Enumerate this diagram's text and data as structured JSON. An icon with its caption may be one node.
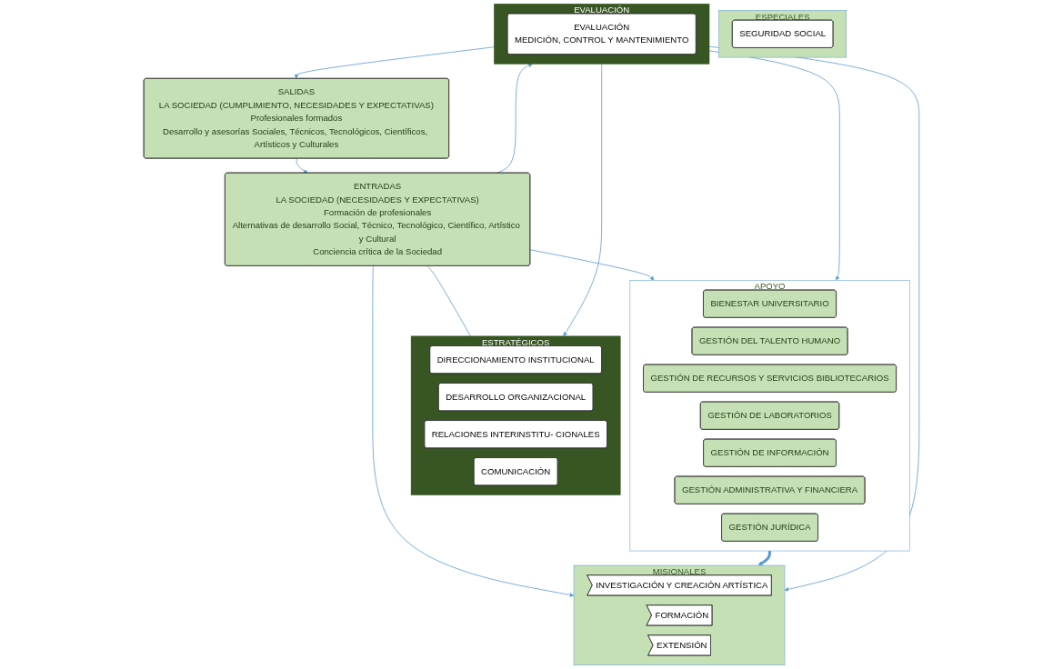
{
  "diagram": {
    "nodes": [
      {
        "text": [
          "ENTRADAS",
          "LA SOCIEDAD (NECESIDADES Y EXPECTATIVAS)",
          "Formación de profesionales",
          "Alternativas de desarrollo Social, Técnico, Tecnológico, Científico, Artístico y Cultural",
          "Conciencia crítica de la Sociedad"
        ]
      },
      {
        "text": [
          "ESTRATÉGICOS"
        ]
      },
      {
        "text": [
          "DIRECCIONAMIENTO INSTITUCIONAL"
        ],
        "in": 1
      },
      {
        "text": [
          "DESARROLLO ORGANIZACIONAL"
        ],
        "in": 1
      },
      {
        "text": [
          "RELACIONES INTERINSTITU- CIONALES"
        ],
        "in": 1
      },
      {
        "text": [
          "COMUNICACIÓN"
        ],
        "in": 1
      },
      {
        "text": [
          "MISIONALES"
        ]
      },
      {
        "text": [
          "INVESTIGACIÓN Y CREACIÓN ARTÍSTICA"
        ],
        "in": 6
      },
      {
        "text": [
          "FORMACIÓN"
        ],
        "in": 6
      },
      {
        "text": [
          "EXTENSIÓN"
        ],
        "in": 6
      },
      {
        "text": [
          "APOYO"
        ]
      },
      {
        "text": [
          "BIENESTAR UNIVERSITARIO"
        ],
        "in": 10
      },
      {
        "text": [
          "GESTIÓN DEL TALENTO HUMANO"
        ],
        "in": 10
      },
      {
        "text": [
          "GESTIÓN DE RECURSOS Y SERVICIOS BIBLIOTECARIOS"
        ],
        "in": 10
      },
      {
        "text": [
          "GESTIÓN DE LABORATORIOS"
        ],
        "in": 10
      },
      {
        "text": [
          "GESTIÓN DE INFORMACIÓN"
        ],
        "in": 10
      },
      {
        "text": [
          "GESTIÓN ADMINISTRATIVA Y FINANCIERA"
        ],
        "in": 10
      },
      {
        "text": [
          "GESTIÓN JURÍDICA"
        ],
        "in": 10
      },
      {
        "text": [
          "ESPECIALES"
        ]
      },
      {
        "text": [
          "SEGURIDAD SOCIAL"
        ],
        "in": 18
      },
      {
        "text": [
          "EVALUACIÓN"
        ]
      },
      {
        "text": [
          "EVALUACIÓN",
          "MEDICIÓN, CONTROL Y MANTENIMIENTO"
        ],
        "in": 20
      },
      {
        "text": [
          "SALIDAS",
          "LA SOCIEDAD (CUMPLIMIENTO, NECESIDADES Y EXPECTATIVAS)",
          "Profesionales formados",
          "Desarrollo y asesorías Sociales, Técnicos, Tecnológicos, Científicos, Artísticos y Culturales"
        ]
      }
    ],
    "edges": [
      {
        "from": 22,
        "to": 0,
        "arrow": "to"
      },
      {
        "from": 0,
        "to": 1,
        "arrow": "none"
      },
      {
        "from": 0,
        "to": 6,
        "arrow": "to"
      },
      {
        "from": 0,
        "to": 10,
        "arrow": "to"
      },
      {
        "from": 0,
        "to": 20,
        "arrow": "to"
      },
      {
        "from": 10,
        "to": 6,
        "arrow": "to",
        "style": "thick"
      },
      {
        "from": 20,
        "to": 10,
        "arrow": "to"
      },
      {
        "from": 20,
        "to": 6,
        "arrow": "to"
      },
      {
        "from": 20,
        "to": 1,
        "arrow": "to"
      },
      {
        "from": 20,
        "to": 22,
        "arrow": "to"
      }
    ]
  }
}
